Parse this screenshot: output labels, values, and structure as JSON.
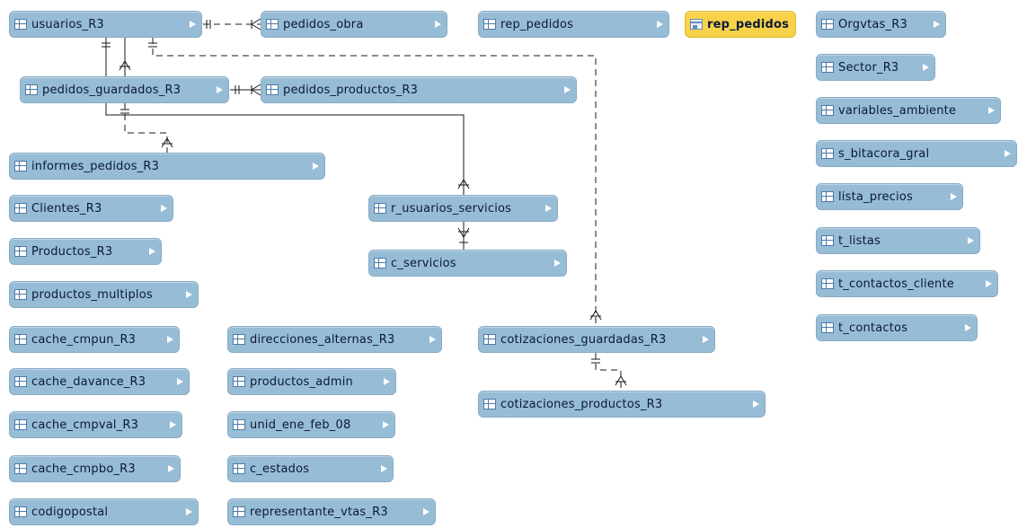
{
  "tables": [
    {
      "name": "usuarios_R3"
    },
    {
      "name": "pedidos_obra"
    },
    {
      "name": "rep_pedidos"
    },
    {
      "name": "rep_pedidos",
      "kind": "view"
    },
    {
      "name": "Orgvtas_R3"
    },
    {
      "name": "Sector_R3"
    },
    {
      "name": "pedidos_guardados_R3"
    },
    {
      "name": "pedidos_productos_R3"
    },
    {
      "name": "variables_ambiente"
    },
    {
      "name": "s_bitacora_gral"
    },
    {
      "name": "informes_pedidos_R3"
    },
    {
      "name": "lista_precios"
    },
    {
      "name": "Clientes_R3"
    },
    {
      "name": "r_usuarios_servicios"
    },
    {
      "name": "t_listas"
    },
    {
      "name": "Productos_R3"
    },
    {
      "name": "c_servicios"
    },
    {
      "name": "productos_multiplos"
    },
    {
      "name": "t_contactos_cliente"
    },
    {
      "name": "t_contactos"
    },
    {
      "name": "cache_cmpun_R3"
    },
    {
      "name": "direcciones_alternas_R3"
    },
    {
      "name": "cotizaciones_guardadas_R3"
    },
    {
      "name": "cache_davance_R3"
    },
    {
      "name": "productos_admin"
    },
    {
      "name": "cotizaciones_productos_R3"
    },
    {
      "name": "cache_cmpval_R3"
    },
    {
      "name": "unid_ene_feb_08"
    },
    {
      "name": "cache_cmpbo_R3"
    },
    {
      "name": "c_estados"
    },
    {
      "name": "codigopostal"
    },
    {
      "name": "representante_vtas_R3"
    }
  ],
  "relationships": [
    {
      "from": "usuarios_R3",
      "to": "pedidos_obra",
      "line": "dashed"
    },
    {
      "from": "usuarios_R3",
      "to": "pedidos_guardados_R3",
      "line": "solid"
    },
    {
      "from": "usuarios_R3",
      "to": "cotizaciones_guardadas_R3",
      "line": "dashed"
    },
    {
      "from": "usuarios_R3",
      "to": "r_usuarios_servicios",
      "line": "solid"
    },
    {
      "from": "pedidos_guardados_R3",
      "to": "pedidos_productos_R3",
      "line": "solid"
    },
    {
      "from": "pedidos_guardados_R3",
      "to": "informes_pedidos_R3",
      "line": "dashed"
    },
    {
      "from": "c_servicios",
      "to": "r_usuarios_servicios",
      "line": "solid"
    },
    {
      "from": "cotizaciones_guardadas_R3",
      "to": "cotizaciones_productos_R3",
      "line": "dashed"
    }
  ]
}
